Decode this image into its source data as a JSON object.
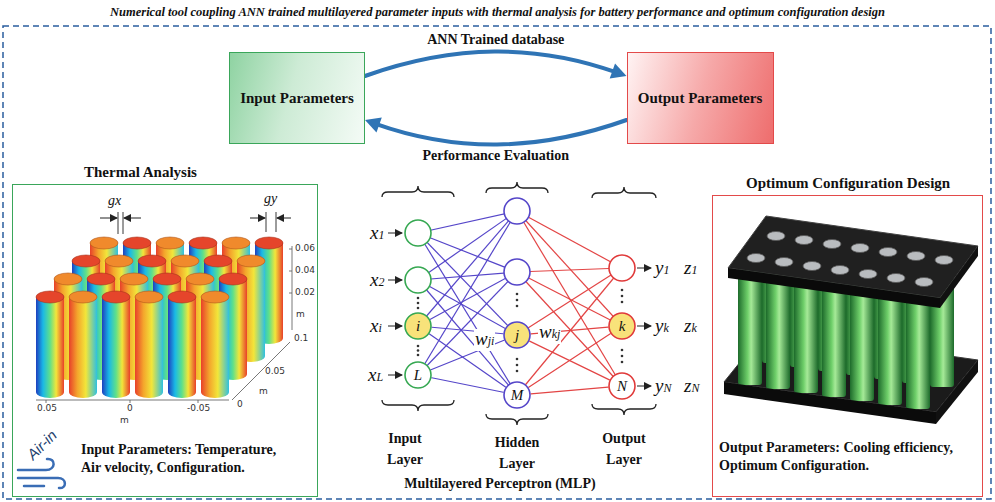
{
  "diagram": {
    "title": "Numerical tool coupling ANN trained multilayered parameter inputs with thermal analysis for battery performance and optimum configuration design",
    "nodes": [
      {
        "text": [
          "Input Parameters"
        ]
      },
      {
        "text": [
          "Output Parameters"
        ]
      },
      {
        "text": [
          "Thermal Analysis",
          "Input Parameters: Temperature, Air velocity, Configuration."
        ]
      },
      {
        "text": [
          "i"
        ]
      },
      {
        "text": [
          "L"
        ]
      },
      {
        "text": [
          "j"
        ]
      },
      {
        "text": [
          "M"
        ]
      },
      {
        "text": [
          "k"
        ]
      },
      {
        "text": [
          "N"
        ]
      },
      {
        "text": [
          "Optimum Configuration Design",
          "Output Parameters: Cooling efficiency, Optimum Configuration."
        ]
      }
    ],
    "edges": [
      {
        "from": 0,
        "to": 1,
        "arrow": "to",
        "label": "ANN Trained database"
      },
      {
        "from": 1,
        "to": 0,
        "arrow": "to",
        "label": "Performance Evaluation"
      },
      {
        "from": 3,
        "to": 5,
        "arrow": "none"
      },
      {
        "from": 3,
        "to": 6,
        "arrow": "none"
      },
      {
        "from": 4,
        "to": 5,
        "arrow": "none"
      },
      {
        "from": 4,
        "to": 6,
        "arrow": "none"
      },
      {
        "from": 5,
        "to": 7,
        "arrow": "none"
      },
      {
        "from": 5,
        "to": 8,
        "arrow": "none"
      },
      {
        "from": 6,
        "to": 7,
        "arrow": "none"
      },
      {
        "from": 6,
        "to": 8,
        "arrow": "none"
      }
    ],
    "labels": [
      "gx",
      "gy",
      "0.06",
      "0.04",
      "0.02",
      "m",
      "0.1",
      "0.05",
      "0",
      "m",
      "0.05",
      "0",
      "-0.05",
      "m",
      "Air-in",
      "x1",
      "x2",
      "xi",
      "xL",
      "wji",
      "wkj",
      "y1",
      "z1",
      "yk",
      "zk",
      "yN",
      "zN",
      "Input Layer",
      "Hidden Layer",
      "Output Layer",
      "Multilayered Perceptron (MLP)"
    ]
  }
}
